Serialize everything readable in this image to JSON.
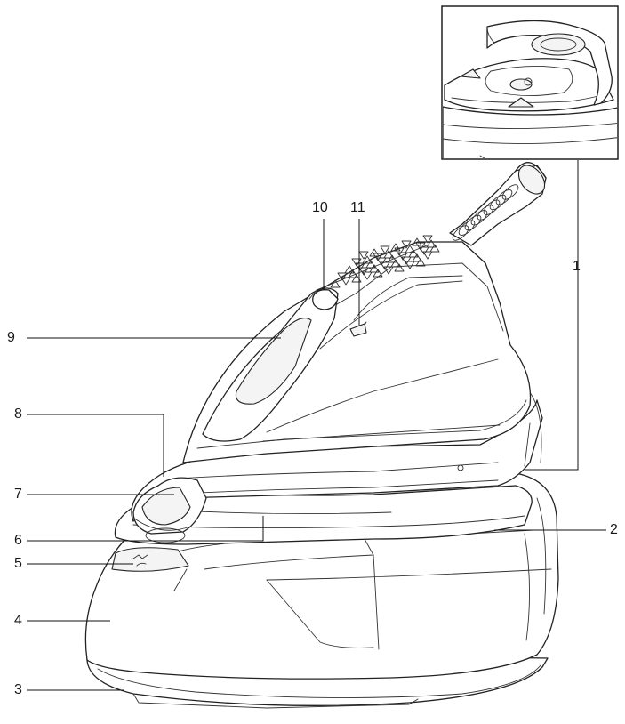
{
  "diagram": {
    "callouts": [
      {
        "id": "label-1",
        "text": "1"
      },
      {
        "id": "label-2",
        "text": "2"
      },
      {
        "id": "label-3",
        "text": "3"
      },
      {
        "id": "label-4",
        "text": "4"
      },
      {
        "id": "label-5",
        "text": "5"
      },
      {
        "id": "label-6",
        "text": "6"
      },
      {
        "id": "label-7",
        "text": "7"
      },
      {
        "id": "label-8",
        "text": "8"
      },
      {
        "id": "label-9",
        "text": "9"
      },
      {
        "id": "label-10",
        "text": "10"
      },
      {
        "id": "label-11",
        "text": "11"
      }
    ]
  }
}
